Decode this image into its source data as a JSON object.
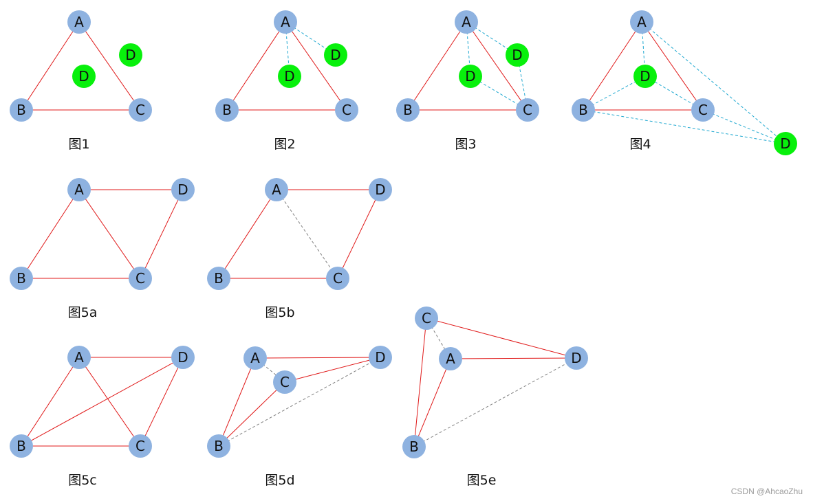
{
  "colors": {
    "node_blue": "#8eb2e0",
    "node_green": "#08f00c",
    "edge_red": "#e01818",
    "edge_cyan_dashed": "#1fa8d0",
    "edge_gray_dashed": "#808080"
  },
  "figures": [
    {
      "caption": "图1",
      "nodes": [
        {
          "id": "A",
          "label": "A",
          "color": "blue"
        },
        {
          "id": "B",
          "label": "B",
          "color": "blue"
        },
        {
          "id": "C",
          "label": "C",
          "color": "blue"
        },
        {
          "id": "D1",
          "label": "D",
          "color": "green"
        },
        {
          "id": "D2",
          "label": "D",
          "color": "green"
        }
      ],
      "edges": [
        {
          "from": "A",
          "to": "B",
          "style": "solid-red"
        },
        {
          "from": "A",
          "to": "C",
          "style": "solid-red"
        },
        {
          "from": "B",
          "to": "C",
          "style": "solid-red"
        }
      ]
    },
    {
      "caption": "图2",
      "nodes": [
        {
          "id": "A",
          "label": "A",
          "color": "blue"
        },
        {
          "id": "B",
          "label": "B",
          "color": "blue"
        },
        {
          "id": "C",
          "label": "C",
          "color": "blue"
        },
        {
          "id": "D1",
          "label": "D",
          "color": "green"
        },
        {
          "id": "D2",
          "label": "D",
          "color": "green"
        }
      ],
      "edges": [
        {
          "from": "A",
          "to": "B",
          "style": "solid-red"
        },
        {
          "from": "A",
          "to": "C",
          "style": "solid-red"
        },
        {
          "from": "B",
          "to": "C",
          "style": "solid-red"
        },
        {
          "from": "A",
          "to": "D1",
          "style": "dashed-cyan"
        },
        {
          "from": "A",
          "to": "D2",
          "style": "dashed-cyan"
        }
      ]
    },
    {
      "caption": "图3",
      "nodes": [
        {
          "id": "A",
          "label": "A",
          "color": "blue"
        },
        {
          "id": "B",
          "label": "B",
          "color": "blue"
        },
        {
          "id": "C",
          "label": "C",
          "color": "blue"
        },
        {
          "id": "D1",
          "label": "D",
          "color": "green"
        },
        {
          "id": "D2",
          "label": "D",
          "color": "green"
        }
      ],
      "edges": [
        {
          "from": "A",
          "to": "B",
          "style": "solid-red"
        },
        {
          "from": "A",
          "to": "C",
          "style": "solid-red"
        },
        {
          "from": "B",
          "to": "C",
          "style": "solid-red"
        },
        {
          "from": "A",
          "to": "D1",
          "style": "dashed-cyan"
        },
        {
          "from": "A",
          "to": "D2",
          "style": "dashed-cyan"
        },
        {
          "from": "C",
          "to": "D1",
          "style": "dashed-cyan"
        },
        {
          "from": "C",
          "to": "D2",
          "style": "dashed-cyan"
        }
      ]
    },
    {
      "caption": "图4",
      "nodes": [
        {
          "id": "A",
          "label": "A",
          "color": "blue"
        },
        {
          "id": "B",
          "label": "B",
          "color": "blue"
        },
        {
          "id": "C",
          "label": "C",
          "color": "blue"
        },
        {
          "id": "D1",
          "label": "D",
          "color": "green"
        },
        {
          "id": "D2",
          "label": "D",
          "color": "green"
        }
      ],
      "edges": [
        {
          "from": "A",
          "to": "B",
          "style": "solid-red"
        },
        {
          "from": "A",
          "to": "C",
          "style": "solid-red"
        },
        {
          "from": "B",
          "to": "C",
          "style": "solid-red"
        },
        {
          "from": "A",
          "to": "D1",
          "style": "dashed-cyan"
        },
        {
          "from": "B",
          "to": "D1",
          "style": "dashed-cyan"
        },
        {
          "from": "C",
          "to": "D1",
          "style": "dashed-cyan"
        },
        {
          "from": "A",
          "to": "D2",
          "style": "dashed-cyan"
        },
        {
          "from": "B",
          "to": "D2",
          "style": "dashed-cyan"
        },
        {
          "from": "C",
          "to": "D2",
          "style": "dashed-cyan"
        }
      ]
    },
    {
      "caption": "图5a",
      "nodes": [
        {
          "id": "A",
          "label": "A",
          "color": "blue"
        },
        {
          "id": "B",
          "label": "B",
          "color": "blue"
        },
        {
          "id": "C",
          "label": "C",
          "color": "blue"
        },
        {
          "id": "D",
          "label": "D",
          "color": "blue"
        }
      ],
      "edges": [
        {
          "from": "A",
          "to": "B",
          "style": "solid-red"
        },
        {
          "from": "A",
          "to": "C",
          "style": "solid-red"
        },
        {
          "from": "B",
          "to": "C",
          "style": "solid-red"
        },
        {
          "from": "A",
          "to": "D",
          "style": "solid-red"
        },
        {
          "from": "C",
          "to": "D",
          "style": "solid-red"
        }
      ]
    },
    {
      "caption": "图5b",
      "nodes": [
        {
          "id": "A",
          "label": "A",
          "color": "blue"
        },
        {
          "id": "B",
          "label": "B",
          "color": "blue"
        },
        {
          "id": "C",
          "label": "C",
          "color": "blue"
        },
        {
          "id": "D",
          "label": "D",
          "color": "blue"
        }
      ],
      "edges": [
        {
          "from": "A",
          "to": "B",
          "style": "solid-red"
        },
        {
          "from": "B",
          "to": "C",
          "style": "solid-red"
        },
        {
          "from": "A",
          "to": "D",
          "style": "solid-red"
        },
        {
          "from": "C",
          "to": "D",
          "style": "solid-red"
        },
        {
          "from": "A",
          "to": "C",
          "style": "dashed-gray"
        }
      ]
    },
    {
      "caption": "图5c",
      "nodes": [
        {
          "id": "A",
          "label": "A",
          "color": "blue"
        },
        {
          "id": "B",
          "label": "B",
          "color": "blue"
        },
        {
          "id": "C",
          "label": "C",
          "color": "blue"
        },
        {
          "id": "D",
          "label": "D",
          "color": "blue"
        }
      ],
      "edges": [
        {
          "from": "A",
          "to": "B",
          "style": "solid-red"
        },
        {
          "from": "A",
          "to": "C",
          "style": "solid-red"
        },
        {
          "from": "B",
          "to": "C",
          "style": "solid-red"
        },
        {
          "from": "A",
          "to": "D",
          "style": "solid-red"
        },
        {
          "from": "C",
          "to": "D",
          "style": "solid-red"
        },
        {
          "from": "B",
          "to": "D",
          "style": "solid-red"
        }
      ]
    },
    {
      "caption": "图5d",
      "nodes": [
        {
          "id": "A",
          "label": "A",
          "color": "blue"
        },
        {
          "id": "B",
          "label": "B",
          "color": "blue"
        },
        {
          "id": "C",
          "label": "C",
          "color": "blue"
        },
        {
          "id": "D",
          "label": "D",
          "color": "blue"
        }
      ],
      "edges": [
        {
          "from": "A",
          "to": "B",
          "style": "solid-red"
        },
        {
          "from": "A",
          "to": "D",
          "style": "solid-red"
        },
        {
          "from": "B",
          "to": "C",
          "style": "solid-red"
        },
        {
          "from": "C",
          "to": "D",
          "style": "solid-red"
        },
        {
          "from": "A",
          "to": "C",
          "style": "dashed-gray"
        },
        {
          "from": "B",
          "to": "D",
          "style": "dashed-gray"
        }
      ]
    },
    {
      "caption": "图5e",
      "nodes": [
        {
          "id": "A",
          "label": "A",
          "color": "blue"
        },
        {
          "id": "B",
          "label": "B",
          "color": "blue"
        },
        {
          "id": "C",
          "label": "C",
          "color": "blue"
        },
        {
          "id": "D",
          "label": "D",
          "color": "blue"
        }
      ],
      "edges": [
        {
          "from": "C",
          "to": "B",
          "style": "solid-red"
        },
        {
          "from": "C",
          "to": "D",
          "style": "solid-red"
        },
        {
          "from": "A",
          "to": "B",
          "style": "solid-red"
        },
        {
          "from": "A",
          "to": "D",
          "style": "solid-red"
        },
        {
          "from": "C",
          "to": "A",
          "style": "dashed-gray"
        },
        {
          "from": "B",
          "to": "D",
          "style": "dashed-gray"
        }
      ]
    }
  ],
  "watermark": "CSDN @AhcaoZhu"
}
